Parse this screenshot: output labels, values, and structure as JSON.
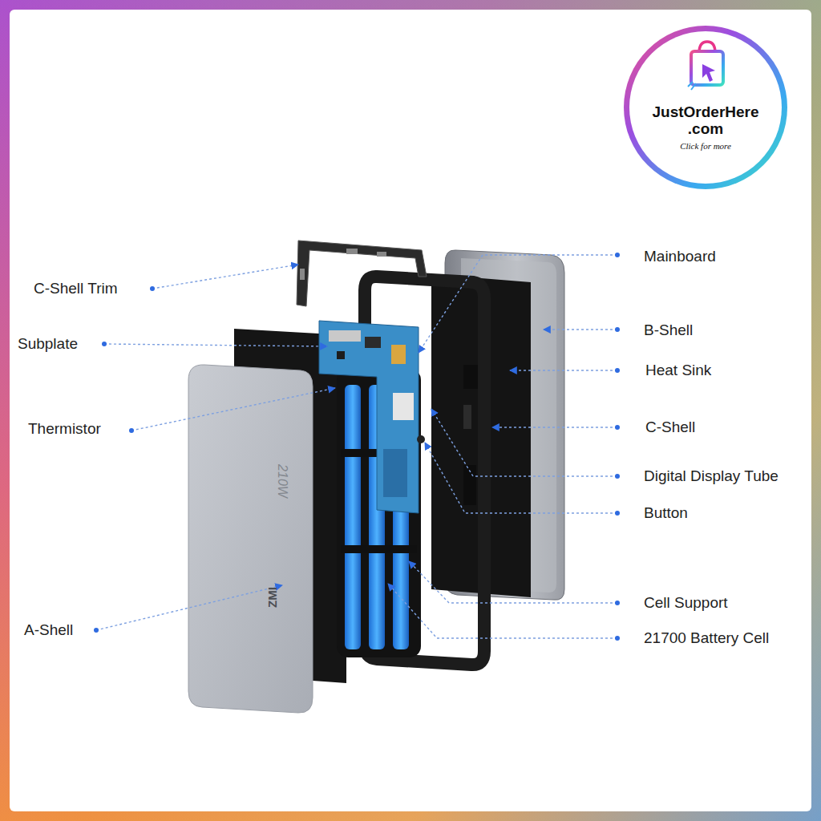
{
  "diagram": {
    "nodes": [
      {
        "text": [
          "JustOrderHere .com",
          "Click for more"
        ]
      }
    ],
    "labels": [
      "C-Shell Trim",
      "Subplate",
      "Thermistor",
      "A-Shell",
      "Mainboard",
      "B-Shell",
      "Heat Sink",
      "C-Shell",
      "Digital Display Tube",
      "Button",
      "Cell Support",
      "21700 Battery Cell",
      "210W",
      "ZMI"
    ]
  }
}
